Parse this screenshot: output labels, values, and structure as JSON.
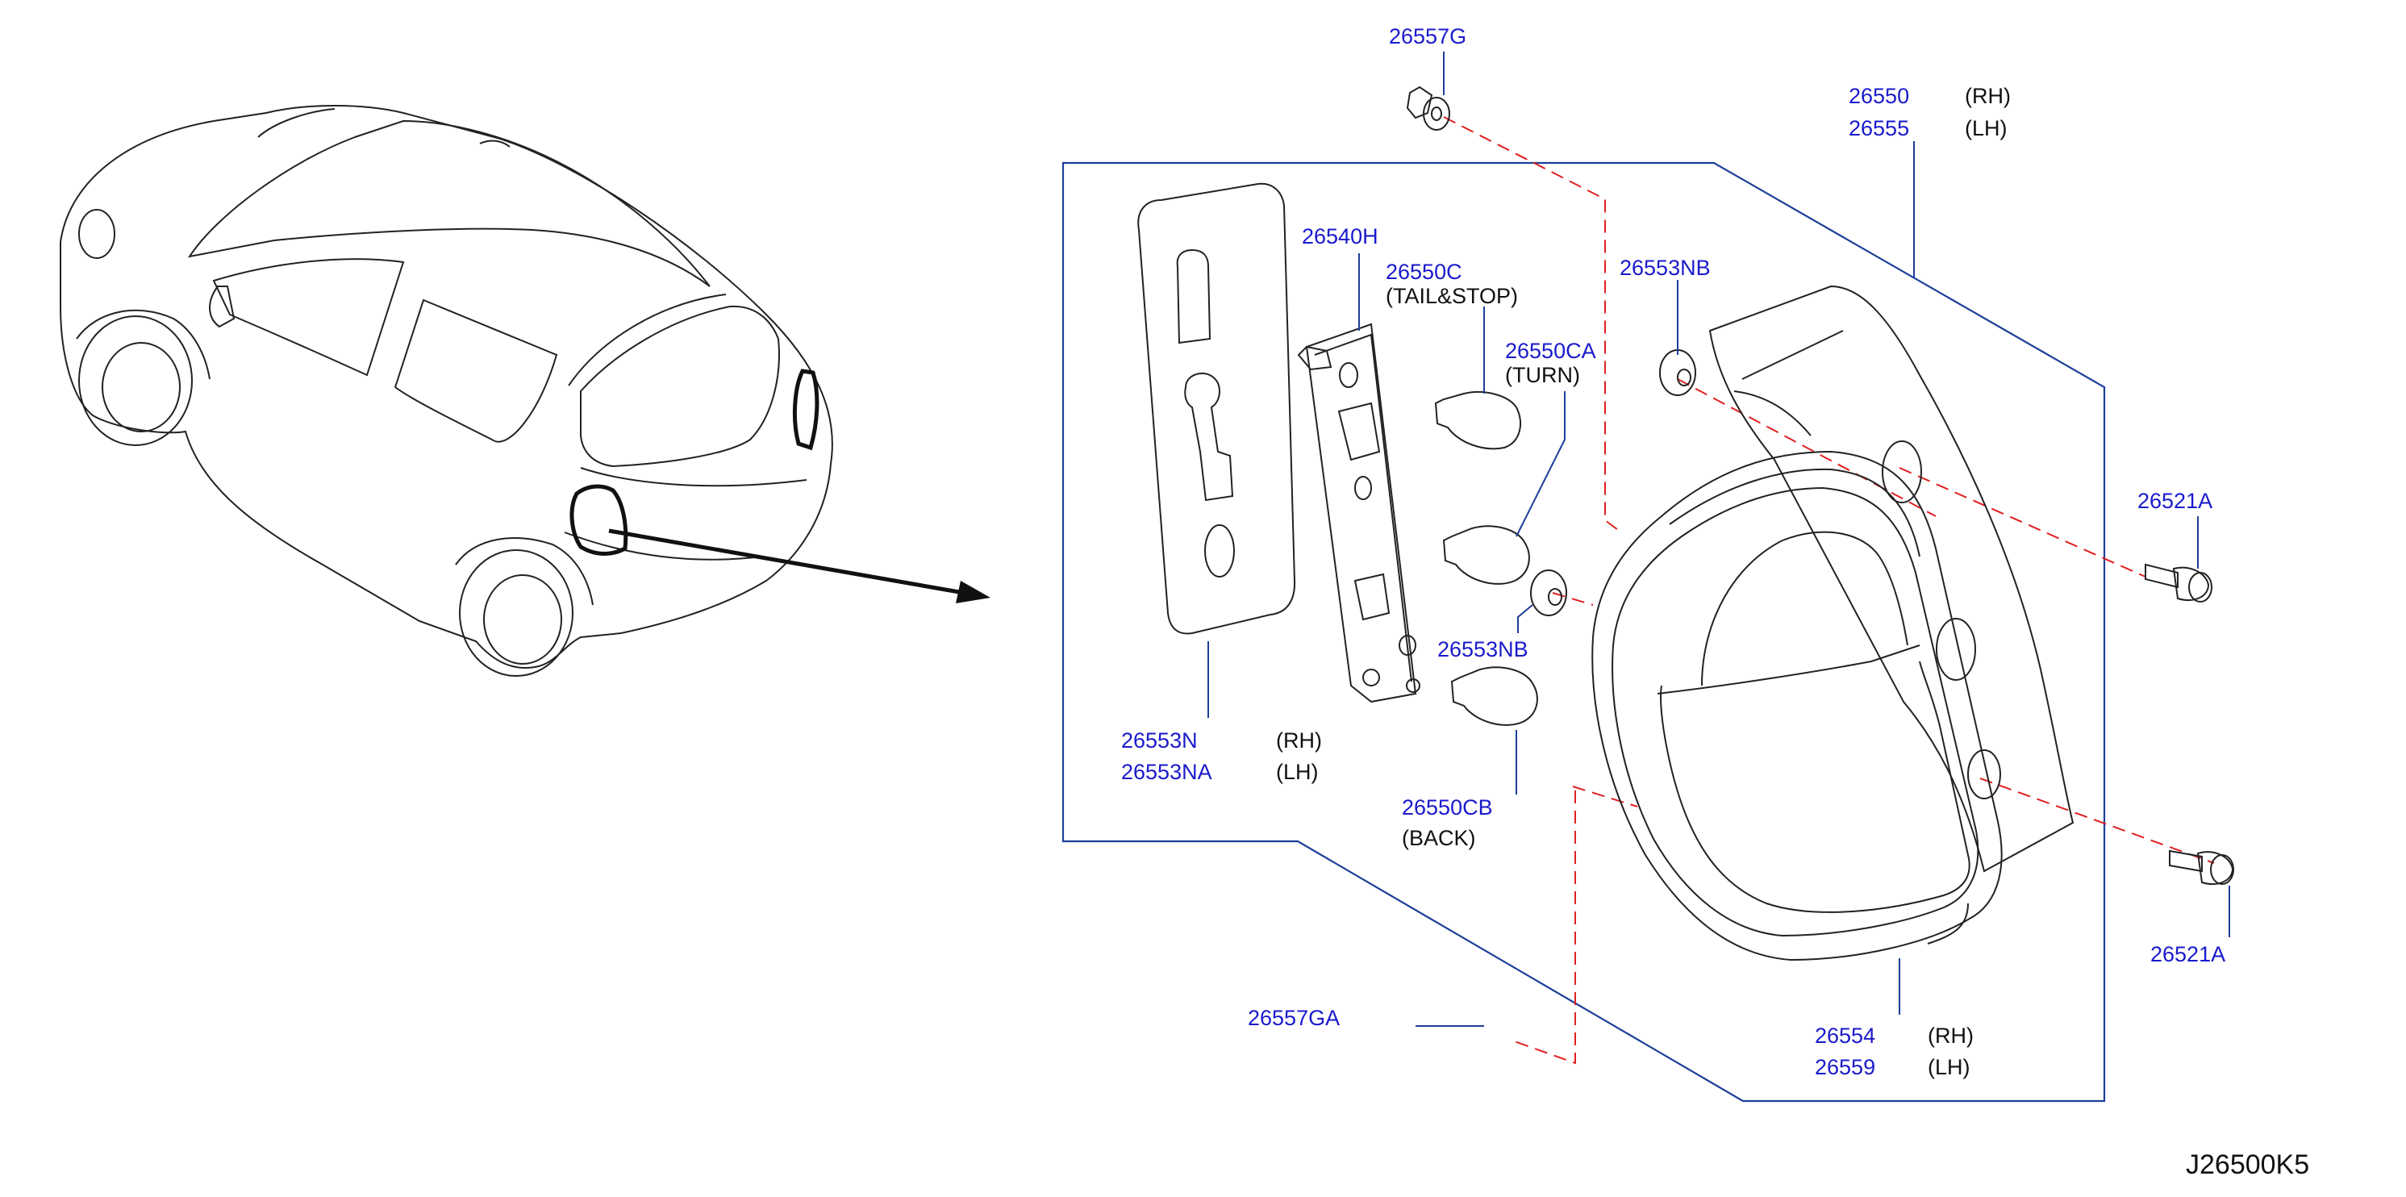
{
  "diagram": {
    "reference_code": "J26500K5",
    "parts": [
      {
        "id": "clip_top",
        "number": "26557G",
        "notes": []
      },
      {
        "id": "lamp_assembly",
        "number": "26550",
        "notes": [
          "(RH)"
        ]
      },
      {
        "id": "lamp_assembly_lh",
        "number": "26555",
        "notes": [
          "(LH)"
        ]
      },
      {
        "id": "socket_plate",
        "number": "26540H",
        "notes": []
      },
      {
        "id": "bulb_tail_stop",
        "number": "26550C",
        "notes": [
          "(TAIL&STOP)"
        ]
      },
      {
        "id": "bulb_turn",
        "number": "26550CA",
        "notes": [
          "(TURN)"
        ]
      },
      {
        "id": "grommet_upper",
        "number": "26553NB",
        "notes": []
      },
      {
        "id": "grommet_lower",
        "number": "26553NB",
        "notes": []
      },
      {
        "id": "bolt_upper",
        "number": "26521A",
        "notes": []
      },
      {
        "id": "bolt_lower",
        "number": "26521A",
        "notes": []
      },
      {
        "id": "gasket",
        "number": "26553N",
        "notes": [
          "(RH)"
        ]
      },
      {
        "id": "gasket_lh",
        "number": "26553NA",
        "notes": [
          "(LH)"
        ]
      },
      {
        "id": "bulb_back",
        "number": "26550CB",
        "notes": [
          "(BACK)"
        ]
      },
      {
        "id": "clip_bottom",
        "number": "26557GA",
        "notes": []
      },
      {
        "id": "lens_housing",
        "number": "26554",
        "notes": [
          "(RH)"
        ]
      },
      {
        "id": "lens_housing_lh",
        "number": "26559",
        "notes": [
          "(LH)"
        ]
      }
    ]
  },
  "icons": {
    "vehicle": "hatchback-rear-view-icon",
    "pointer": "arrow-right-icon",
    "clip": "push-clip-icon",
    "bolt": "bolt-icon",
    "grommet": "grommet-icon",
    "bulb": "wedge-bulb-icon"
  },
  "colors": {
    "part_number": "#1a1acc",
    "leader_line": "#1c3f9a",
    "dashed_axis": "#e02020",
    "line_art": "#222222"
  }
}
